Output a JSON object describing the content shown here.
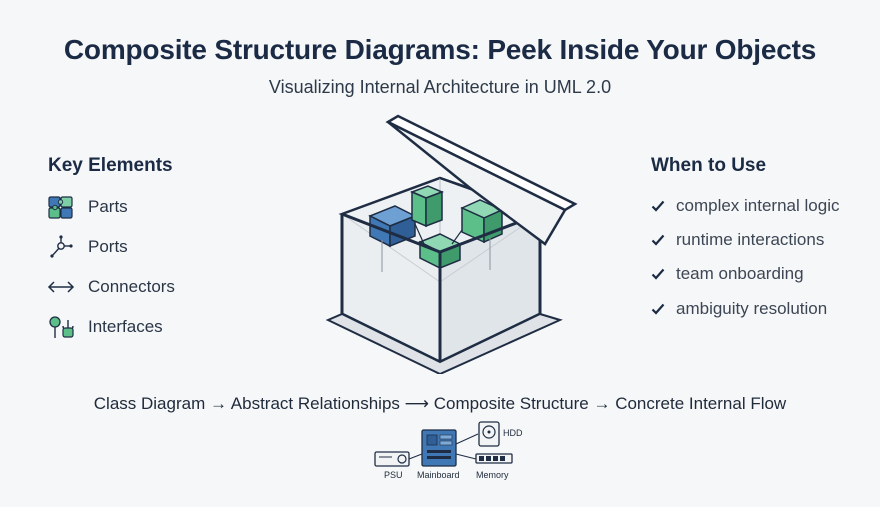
{
  "title": "Composite Structure Diagrams: Peek Inside Your Objects",
  "subtitle": "Visualizing Internal Architecture in UML 2.0",
  "key_elements": {
    "heading": "Key Elements",
    "items": [
      {
        "label": "Parts",
        "icon": "puzzle-icon"
      },
      {
        "label": "Ports",
        "icon": "port-node-icon"
      },
      {
        "label": "Connectors",
        "icon": "double-arrow-icon"
      },
      {
        "label": "Interfaces",
        "icon": "lollipop-socket-icon"
      }
    ]
  },
  "when_to_use": {
    "heading": "When to Use",
    "items": [
      "complex internal logic",
      "runtime interactions",
      "team onboarding",
      "ambiguity resolution"
    ]
  },
  "flow": {
    "step1": "Class Diagram",
    "step2": "Abstract Relationships",
    "step3": "Composite Structure",
    "step4": "Concrete Internal Flow",
    "arrow": "→",
    "long_arrow": "⟶"
  },
  "hardware": {
    "psu": "PSU",
    "mainboard": "Mainboard",
    "memory": "Memory",
    "hdd": "HDD"
  },
  "colors": {
    "title": "#1b2b45",
    "accent_blue": "#3f78b5",
    "accent_green": "#5cbf8a",
    "outline": "#1f2d44"
  }
}
